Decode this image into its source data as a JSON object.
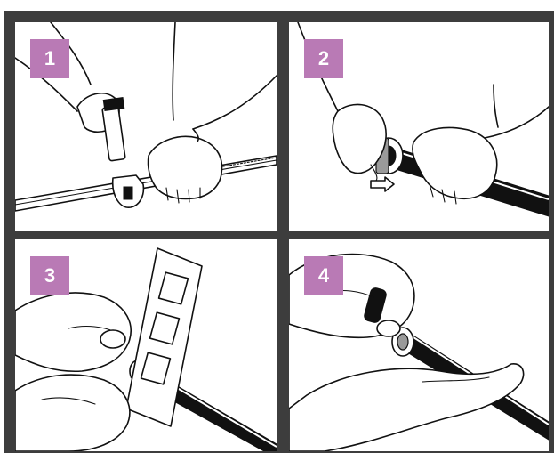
{
  "steps": [
    {
      "number": "1"
    },
    {
      "number": "2"
    },
    {
      "number": "3"
    },
    {
      "number": "4"
    }
  ],
  "colors": {
    "frame": "#3d3d3d",
    "badge": "#b97ab5",
    "badge_text": "#ffffff",
    "panel": "#ffffff"
  }
}
